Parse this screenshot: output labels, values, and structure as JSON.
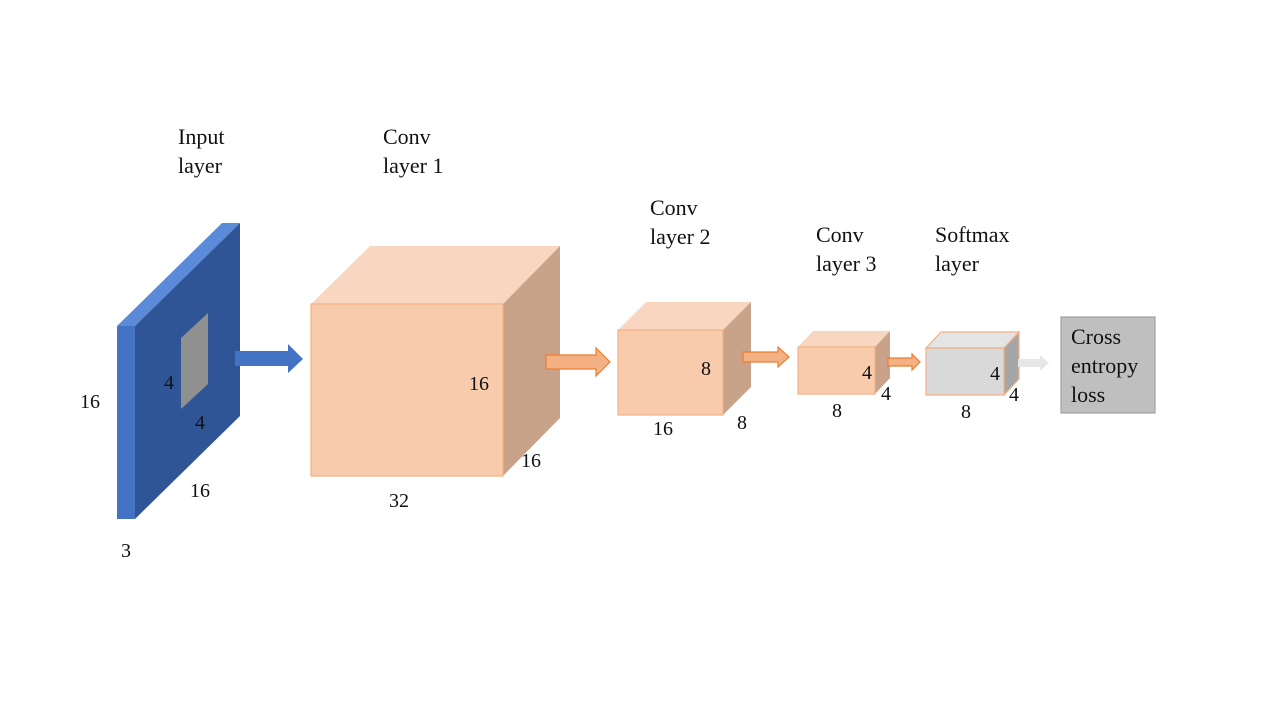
{
  "colors": {
    "input_front": "#4472c4",
    "input_side": "#2f5597",
    "input_top": "#5b8ad8",
    "patch": "#909090",
    "conv_front": "#f7cbac",
    "conv_top": "#f8d6c0",
    "conv_side": "#c8a38a",
    "conv_border": "#f4b183",
    "conv_arrow": "#f4b183",
    "conv_arrow_border": "#ed7d31",
    "input_arrow": "#4472c4",
    "soft_front": "#d9d9d9",
    "soft_top": "#e4e4e4",
    "soft_side": "#a6a6a6",
    "soft_arrow": "#e6e6e6",
    "loss_fill": "#bfbfbf",
    "loss_border": "#a0a0a0"
  },
  "layers": {
    "input": {
      "title_line1": "Input",
      "title_line2": "layer",
      "dim_height": "16",
      "dim_width": "16",
      "dim_depth": "3",
      "patch_h": "4",
      "patch_w": "4"
    },
    "conv1": {
      "title_line1": "Conv",
      "title_line2": "layer 1",
      "dim_a": "16",
      "dim_b": "16",
      "dim_c": "32"
    },
    "conv2": {
      "title_line1": "Conv",
      "title_line2": "layer 2",
      "dim_a": "8",
      "dim_b": "8",
      "dim_c": "16"
    },
    "conv3": {
      "title_line1": "Conv",
      "title_line2": "layer 3",
      "dim_a": "4",
      "dim_b": "4",
      "dim_c": "8"
    },
    "softmax": {
      "title_line1": "Softmax",
      "title_line2": "layer",
      "dim_a": "4",
      "dim_b": "4",
      "dim_c": "8"
    }
  },
  "loss": {
    "line1": "Cross",
    "line2": "entropy",
    "line3": "loss"
  }
}
